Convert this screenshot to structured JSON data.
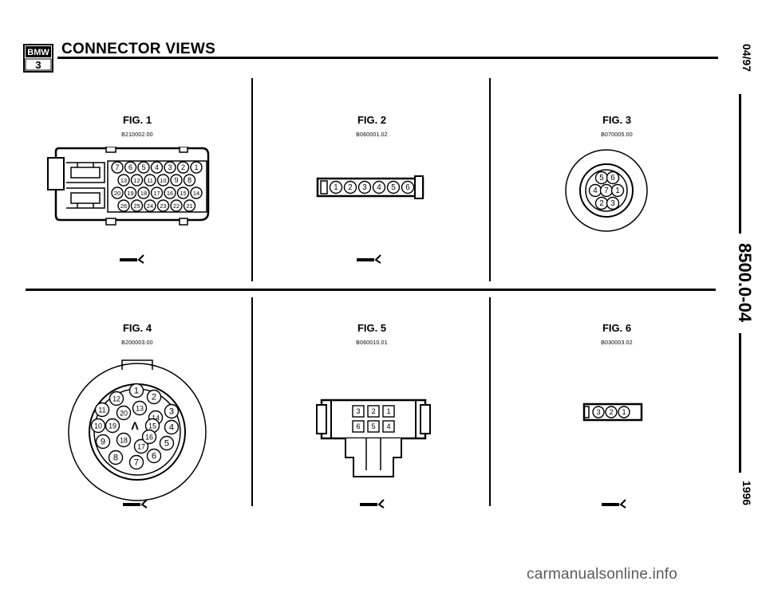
{
  "header": {
    "logo_top": "BMW",
    "logo_bottom": "3",
    "title": "CONNECTOR VIEWS"
  },
  "side": {
    "date": "04/97",
    "code": "8500.0-04",
    "year": "1996"
  },
  "figures": [
    {
      "label": "FIG. 1",
      "code": "B210002.00"
    },
    {
      "label": "FIG. 2",
      "code": "B060001.02"
    },
    {
      "label": "FIG. 3",
      "code": "B070005.00"
    },
    {
      "label": "FIG. 4",
      "code": "B200003.00"
    },
    {
      "label": "FIG. 5",
      "code": "B060010.01"
    },
    {
      "label": "FIG. 6",
      "code": "B030003.02"
    }
  ],
  "pins": {
    "fig1_row1": [
      "7",
      "6",
      "5",
      "4",
      "3",
      "2",
      "1"
    ],
    "fig1_row2": [
      "13",
      "12",
      "11",
      "10",
      "9",
      "8"
    ],
    "fig1_row3": [
      "20",
      "19",
      "18",
      "17",
      "16",
      "15",
      "14"
    ],
    "fig1_row4": [
      "26",
      "25",
      "24",
      "23",
      "22",
      "21"
    ],
    "fig2": [
      "1",
      "2",
      "3",
      "4",
      "5",
      "6"
    ],
    "fig3": [
      "5",
      "6",
      "4",
      "7",
      "1",
      "2",
      "3"
    ],
    "fig4": [
      "12",
      "1",
      "2",
      "11",
      "20",
      "13",
      "14",
      "3",
      "10",
      "19",
      "15",
      "4",
      "9",
      "18",
      "17",
      "16",
      "5",
      "8",
      "7",
      "6"
    ],
    "fig4_key": "Λ",
    "fig5": [
      "3",
      "2",
      "1",
      "6",
      "5",
      "4"
    ],
    "fig6": [
      "3",
      "2",
      "1"
    ]
  },
  "watermark": "carmanualsonline.info"
}
